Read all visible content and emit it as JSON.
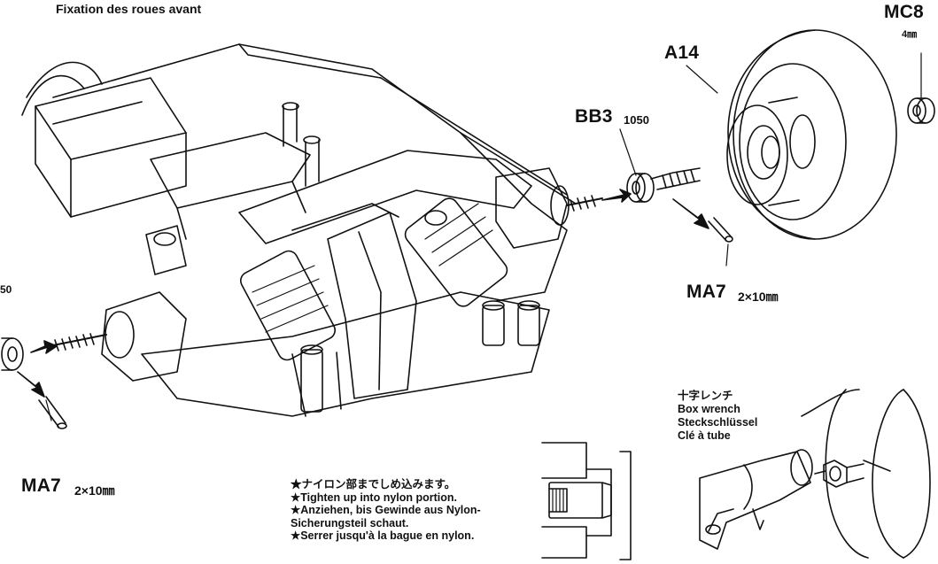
{
  "header": {
    "subtitle": "Fixation des roues avant"
  },
  "parts": {
    "mc8": {
      "code": "MC8",
      "size": "4㎜"
    },
    "a14": {
      "code": "A14"
    },
    "bb3": {
      "code": "BB3",
      "num": "1050"
    },
    "ma7_right": {
      "code": "MA7",
      "size": "2×10㎜"
    },
    "ma7_left": {
      "code": "MA7",
      "size": "2×10㎜"
    },
    "left_fragment": "50"
  },
  "note": [
    "★ナイロン部までしめ込みます。",
    "★Tighten up into nylon portion.",
    "★Anziehen, bis Gewinde aus Nylon-",
    "Sicherungsteil schaut.",
    "★Serrer jusqu'à la bague en nylon."
  ],
  "tool": [
    "十字レンチ",
    "Box wrench",
    "Steckschlüssel",
    "Clé à tube"
  ]
}
